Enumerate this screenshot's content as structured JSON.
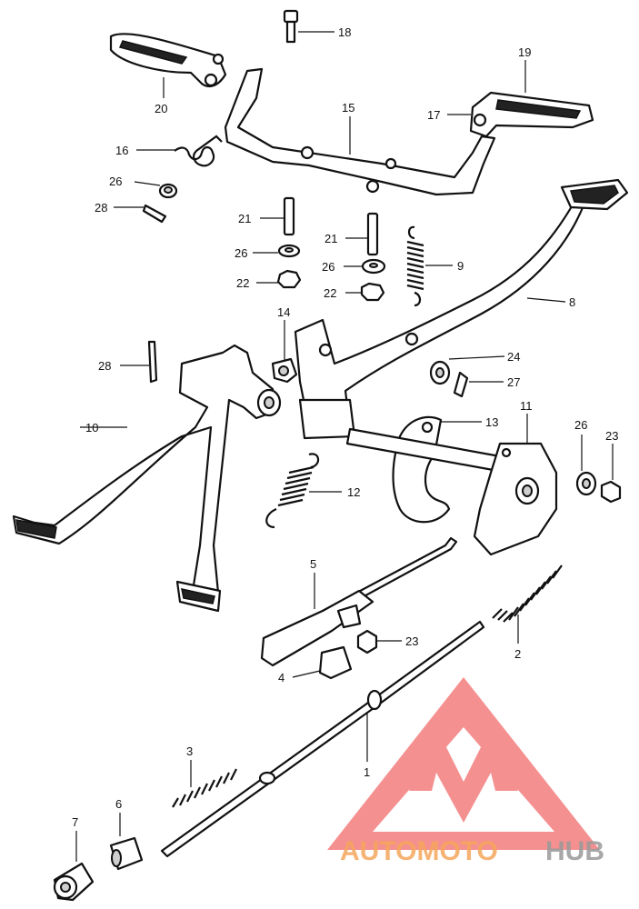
{
  "labels": {
    "p1": "1",
    "p2": "2",
    "p3": "3",
    "p4": "4",
    "p5": "5",
    "p6": "6",
    "p7": "7",
    "p8": "8",
    "p9": "9",
    "p10": "10",
    "p11": "11",
    "p12": "12",
    "p13": "13",
    "p14": "14",
    "p15": "15",
    "p16": "16",
    "p17": "17",
    "p18": "18",
    "p19": "19",
    "p20": "20",
    "p21a": "21",
    "p21b": "21",
    "p22a": "22",
    "p22b": "22",
    "p23a": "23",
    "p23b": "23",
    "p24": "24",
    "p26a": "26",
    "p26b": "26",
    "p26c": "26",
    "p26d": "26",
    "p27": "27",
    "p28a": "28",
    "p28b": "28"
  },
  "watermark": {
    "part1": "AUTOMOTO",
    "part2": "HUB",
    "color1": "#f5a65b",
    "color2": "#9a9a9a",
    "logo_color": "#f26b6b"
  }
}
